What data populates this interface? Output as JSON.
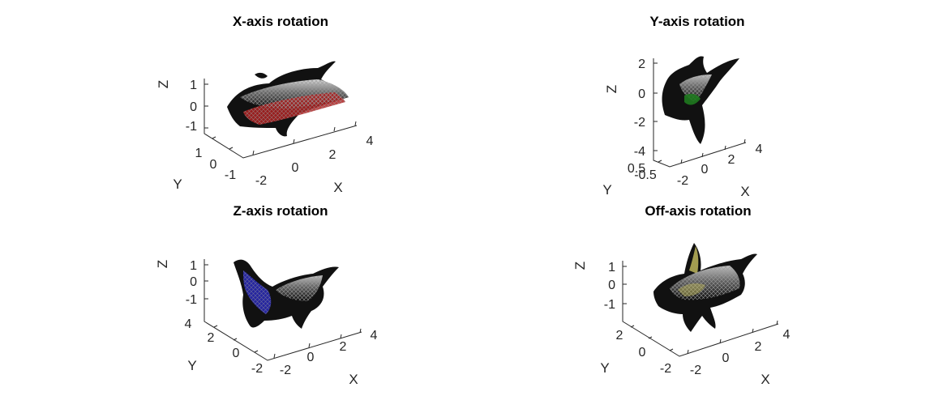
{
  "figure": {
    "panels": [
      {
        "title": "X-axis rotation",
        "accent": "#b02020",
        "axes": {
          "x": {
            "label": "X",
            "ticks": [
              "-2",
              "0",
              "2",
              "4"
            ]
          },
          "y": {
            "label": "Y",
            "ticks": [
              "1",
              "0",
              "-1"
            ]
          },
          "z": {
            "label": "Z",
            "ticks": [
              "1",
              "0",
              "-1"
            ]
          }
        }
      },
      {
        "title": "Y-axis rotation",
        "accent": "#1f7a1f",
        "axes": {
          "x": {
            "label": "X",
            "ticks": [
              "-2",
              "0",
              "2",
              "4"
            ]
          },
          "y": {
            "label": "Y",
            "ticks": [
              "0.5",
              "-0.5"
            ]
          },
          "z": {
            "label": "Z",
            "ticks": [
              "2",
              "0",
              "-2",
              "-4"
            ]
          }
        }
      },
      {
        "title": "Z-axis rotation",
        "accent": "#2828b8",
        "axes": {
          "x": {
            "label": "X",
            "ticks": [
              "-2",
              "0",
              "2",
              "4"
            ]
          },
          "y": {
            "label": "Y",
            "ticks": [
              "4",
              "2",
              "0",
              "-2"
            ]
          },
          "z": {
            "label": "Z",
            "ticks": [
              "1",
              "0",
              "-1"
            ]
          }
        }
      },
      {
        "title": "Off-axis rotation",
        "accent": "#c8c060",
        "axes": {
          "x": {
            "label": "X",
            "ticks": [
              "-2",
              "0",
              "2",
              "4"
            ]
          },
          "y": {
            "label": "Y",
            "ticks": [
              "2",
              "0",
              "-2"
            ]
          },
          "z": {
            "label": "Z",
            "ticks": [
              "1",
              "0",
              "-1"
            ]
          }
        }
      }
    ]
  }
}
